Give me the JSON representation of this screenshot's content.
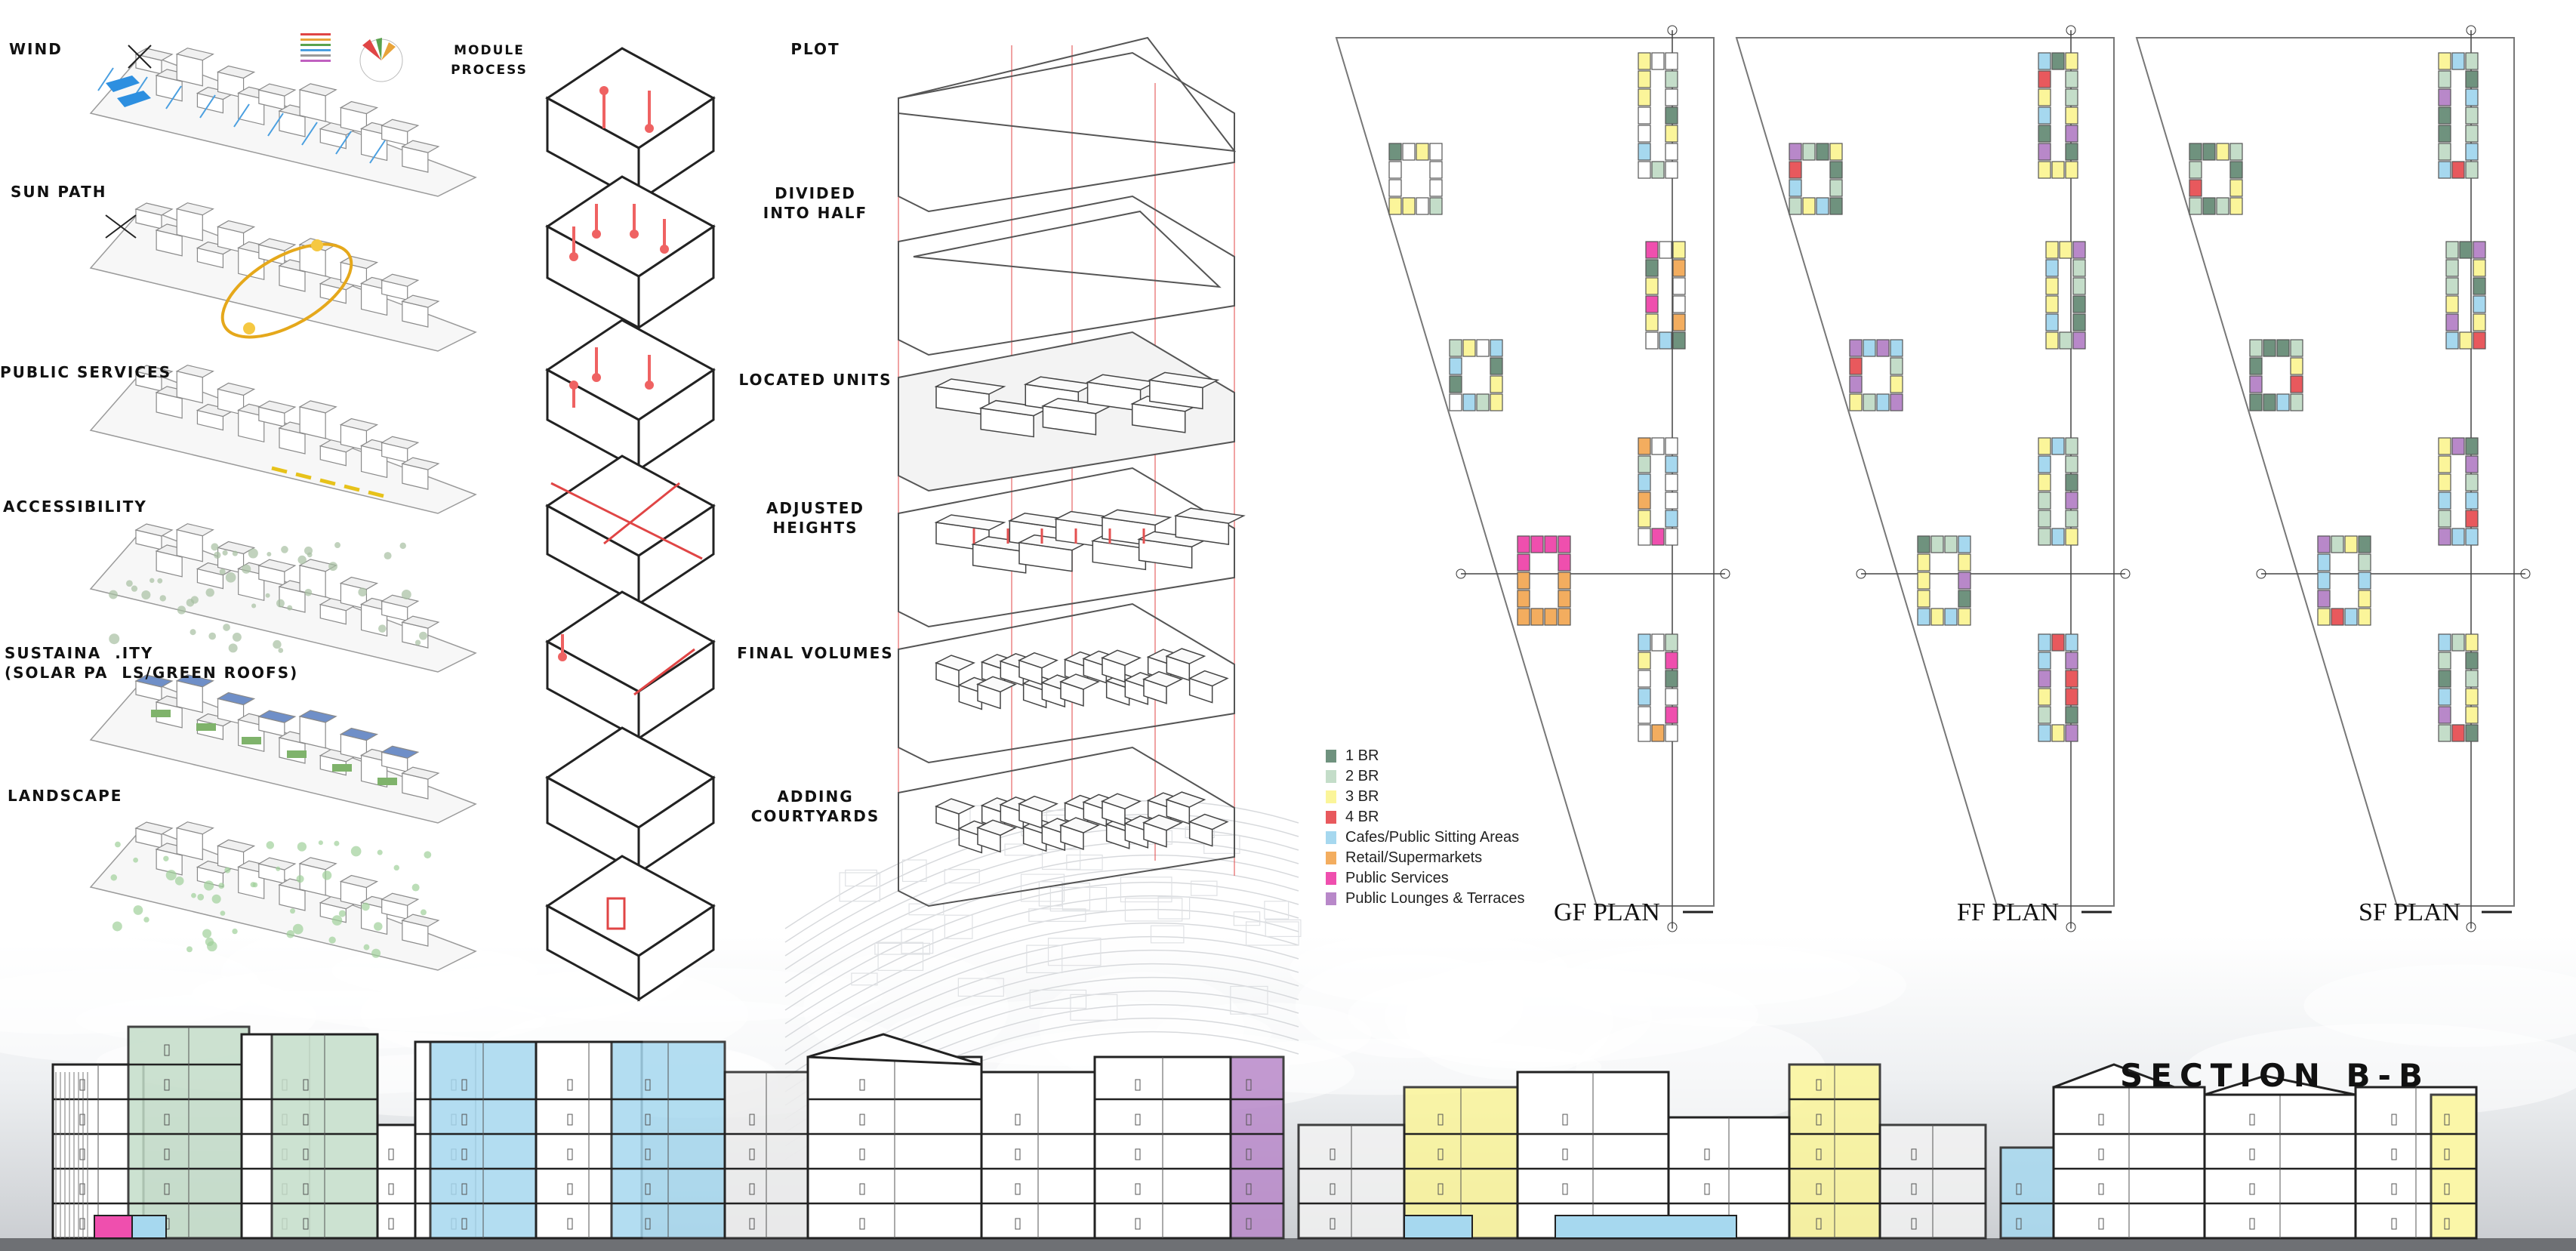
{
  "colors": {
    "br1": "#6f927e",
    "br2": "#c4ddc9",
    "br3": "#fbf59a",
    "br4": "#e8595d",
    "cafes": "#a6d8ef",
    "retail": "#f3ad5f",
    "public_services": "#ef4fae",
    "lounges": "#b888c9",
    "guide": "#e45050",
    "line": "#333333"
  },
  "analysis": [
    {
      "id": "wind",
      "label": "WIND"
    },
    {
      "id": "sun",
      "label": "SUN PATH"
    },
    {
      "id": "public",
      "label": "PUBLIC SERVICES"
    },
    {
      "id": "access",
      "label": "ACCESSIBILITY"
    },
    {
      "id": "sust",
      "label": "SUSTAINA  .ITY\n(SOLAR PA  LS/GREEN ROOFS)"
    },
    {
      "id": "land",
      "label": "LANDSCAPE"
    }
  ],
  "module_process_label": "MODULE\nPROCESS",
  "steps": [
    {
      "id": "plot",
      "label": "PLOT"
    },
    {
      "id": "divided",
      "label": "DIVIDED\nINTO HALF"
    },
    {
      "id": "located",
      "label": "LOCATED UNITS"
    },
    {
      "id": "adjusted",
      "label": "ADJUSTED\nHEIGHTS"
    },
    {
      "id": "final",
      "label": "FINAL VOLUMES"
    },
    {
      "id": "courtyards",
      "label": "ADDING\nCOURTYARDS"
    }
  ],
  "legend": [
    {
      "label": "1 BR",
      "color": "#6f927e"
    },
    {
      "label": "2 BR",
      "color": "#c4ddc9"
    },
    {
      "label": "3 BR",
      "color": "#fbf59a"
    },
    {
      "label": "4 BR",
      "color": "#e8595d"
    },
    {
      "label": "Cafes/Public Sitting Areas",
      "color": "#a6d8ef"
    },
    {
      "label": "Retail/Supermarkets",
      "color": "#f3ad5f"
    },
    {
      "label": "Public Services",
      "color": "#ef4fae"
    },
    {
      "label": "Public Lounges & Terraces",
      "color": "#b888c9"
    }
  ],
  "plans": [
    {
      "id": "gf",
      "title": "GF PLAN"
    },
    {
      "id": "ff",
      "title": "FF PLAN"
    },
    {
      "id": "sf",
      "title": "SF PLAN"
    }
  ],
  "section_title": "SECTION B-B"
}
